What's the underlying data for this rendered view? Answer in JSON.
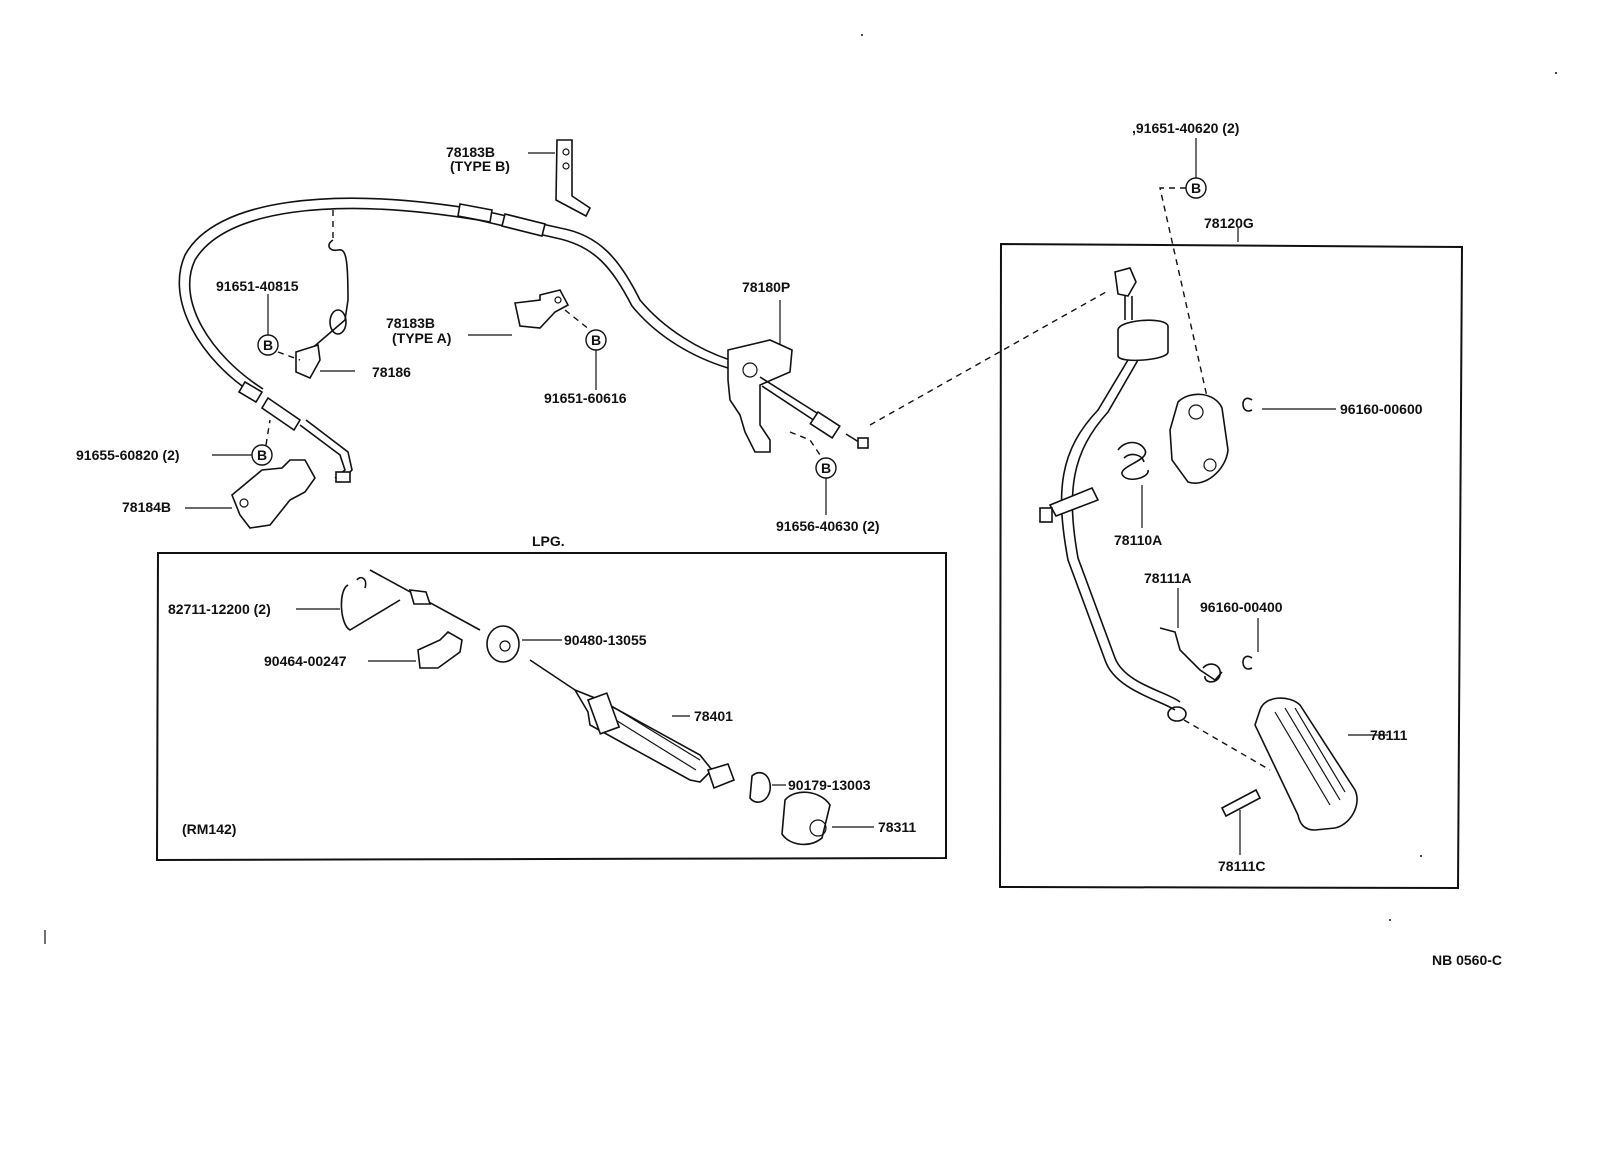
{
  "labels": {
    "p78183B_typeB_num": "78183B",
    "p78183B_typeB_sub": "(TYPE B)",
    "p91651_40815": "91651-40815",
    "p78183B_typeA_num": "78183B",
    "p78183B_typeA_sub": "(TYPE A)",
    "p78186": "78186",
    "p91651_60616": "91651-60616",
    "p78180P": "78180P",
    "p91655_60820": "91655-60820 (2)",
    "p78184B": "78184B",
    "p91656_40630": "91656-40630 (2)",
    "p91651_40620": ",91651-40620 (2)",
    "p78120G": "78120G",
    "p96160_00600": "96160-00600",
    "p78110A": "78110A",
    "p78111A": "78111A",
    "p96160_00400": "96160-00400",
    "p78111": "78111",
    "p78111C": "78111C",
    "lpg": "LPG.",
    "p82711_12200": "82711-12200 (2)",
    "p90480_13055": "90480-13055",
    "p90464_00247": "90464-00247",
    "p78401": "78401",
    "p90179_13003": "90179-13003",
    "p78311": "78311",
    "rm142": "(RM142)",
    "drawing_ref": "NB  0560-C",
    "bolt_mark": "B"
  }
}
